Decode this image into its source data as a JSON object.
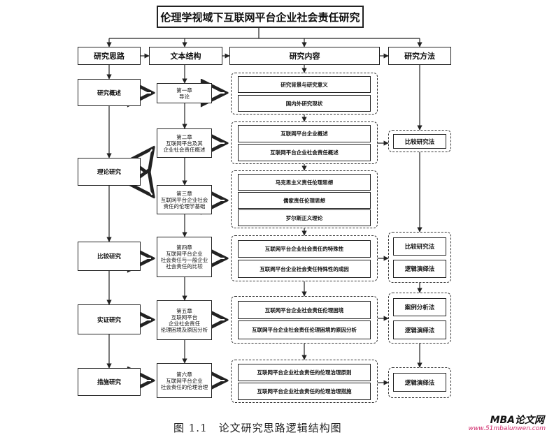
{
  "title": "伦理学视域下互联网平台企业社会责任研究",
  "headers": {
    "approach": "研究思路",
    "structure": "文本结构",
    "content": "研究内容",
    "methods": "研究方法"
  },
  "approach": [
    "研究概述",
    "理论研究",
    "比较研究",
    "实证研究",
    "措施研究"
  ],
  "chapters": [
    "第一章\n导论",
    "第二章\n互联网平台及其\n企业社会责任概述",
    "第三章\n互联网平台企业社会\n责任的伦理学基础",
    "第四章\n互联网平台企业\n社会责任与一般企业\n社会责任的比较",
    "第五章\n互联网平台\n企业社会责任\n伦理困境及原因分析",
    "第六章\n互联网平台企业\n社会责任的伦理治理"
  ],
  "content_groups": [
    [
      "研究背景与研究意义",
      "国内外研究现状"
    ],
    [
      "互联网平台企业概述",
      "互联网平台企业社会责任概述"
    ],
    [
      "马克思主义责任伦理思想",
      "儒家责任伦理思想",
      "罗尔斯正义理论"
    ],
    [
      "互联网平台企业社会责任的特殊性",
      "互联网平台企业社会责任特殊性的成因"
    ],
    [
      "互联网平台企业社会责任伦理困境",
      "互联网平台企业社会责任伦理困境的原因分析"
    ],
    [
      "互联网平台企业社会责任的伦理治理原则",
      "互联网平台企业社会责任的伦理治理措施"
    ]
  ],
  "method_groups": [
    [
      "比较研究法"
    ],
    [
      "比较研究法",
      "逻辑演绎法"
    ],
    [
      "案例分析法",
      "逻辑演绎法"
    ],
    [
      "逻辑演绎法"
    ]
  ],
  "caption": "图 1.1　论文研究思路逻辑结构图",
  "watermark": {
    "brand": "MBA论文网",
    "url": "www.51mbalunwen.com",
    "url_color": "#d0286a"
  }
}
